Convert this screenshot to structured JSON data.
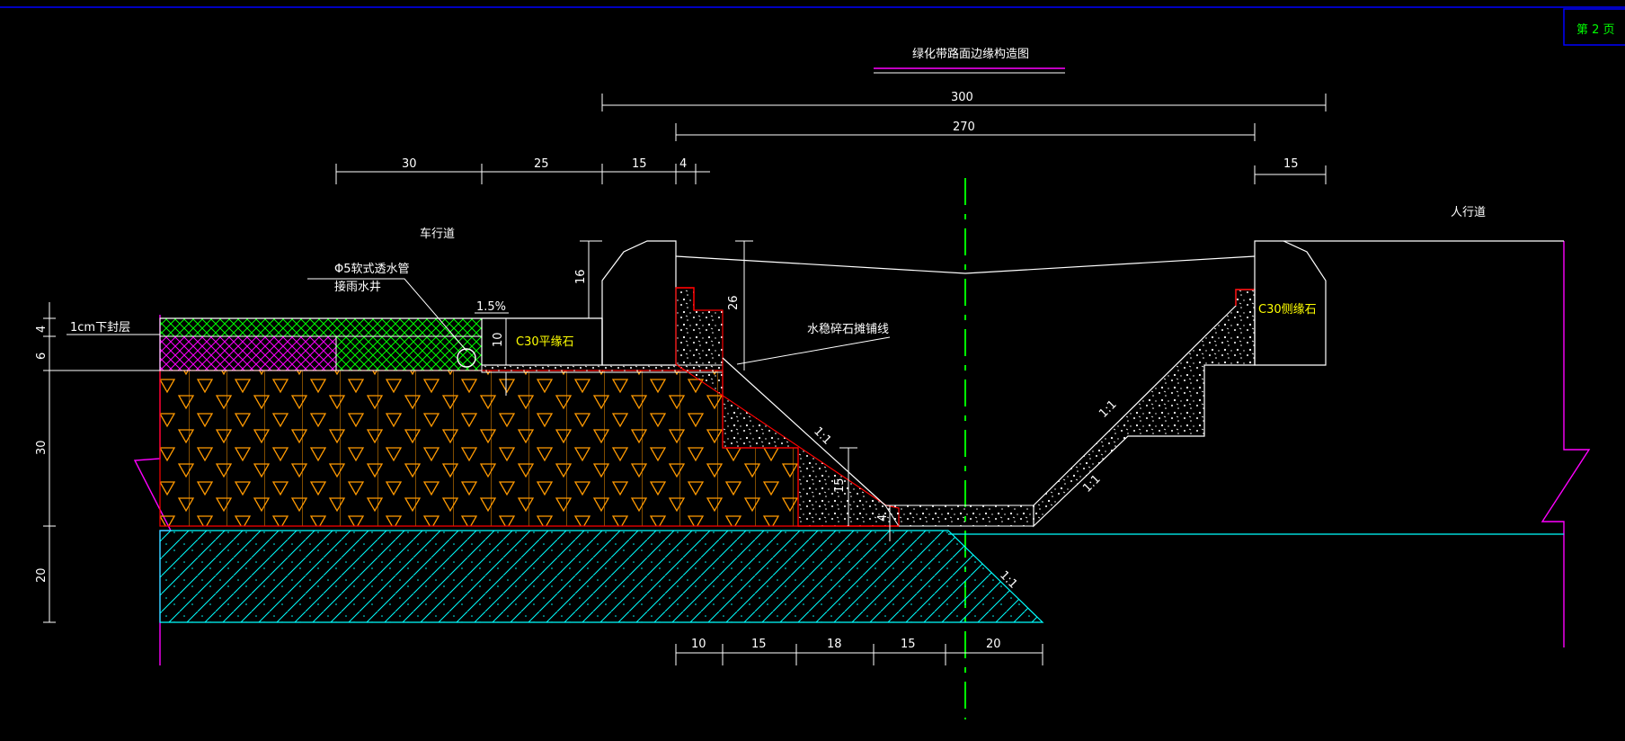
{
  "title": "绿化带路面边缘构造图",
  "page_label": "第 2 页",
  "labels": {
    "carriageway": "车行道",
    "sidewalk": "人行道",
    "seal_layer": "1cm下封层",
    "drain_pipe_line1": "Φ5软式透水管",
    "drain_pipe_line2": "接雨水井",
    "slope": "1.5%",
    "flat_curb": "C30平缘石",
    "side_curb": "C30侧缘石",
    "cement_stone": "水稳碎石摊铺线",
    "slope_ratio": "1:1"
  },
  "dims_top": {
    "d300": "300",
    "d270": "270",
    "d30": "30",
    "d25": "25",
    "d15a": "15",
    "d4": "4",
    "d15b": "15"
  },
  "dims_left": {
    "d4": "4",
    "d6": "6",
    "d30": "30",
    "d20": "20"
  },
  "dims_mid": {
    "d16": "16",
    "d26": "26",
    "d10": "10",
    "d15": "15",
    "d4": "4"
  },
  "dims_bottom": {
    "d10": "10",
    "d15a": "15",
    "d18": "18",
    "d15b": "15",
    "d20": "20"
  },
  "colors": {
    "background": "#000000",
    "line": "#ffffff",
    "green_hatch": "#00ff00",
    "magenta": "#ff00ff",
    "orange_base": "#ff9900",
    "cyan_subgrade": "#00ffff",
    "red_outline": "#ff0000",
    "yellow_text": "#ffff00",
    "frame_blue": "#0000ff"
  }
}
